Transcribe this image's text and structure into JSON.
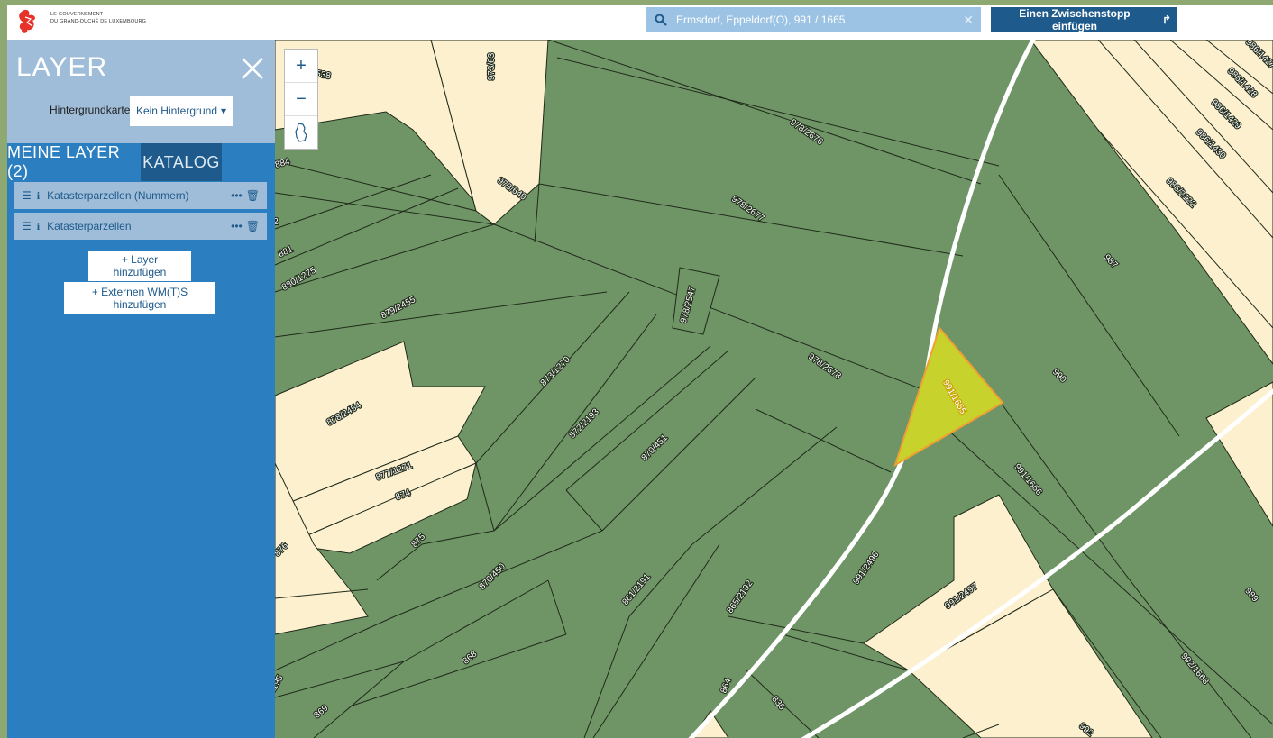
{
  "header": {
    "gov_line1": "LE GOUVERNEMENT",
    "gov_line2": "DU GRAND-DUCHÉ DE LUXEMBOURG",
    "search_value": "Ermsdorf, Eppeldorf(O), 991 / 1665",
    "stop_button_label": "Einen Zwischenstopp einfügen"
  },
  "sidebar": {
    "title": "LAYER",
    "background_label": "Hintergrundkarte:",
    "background_value": "Kein Hintergrund",
    "tabs": [
      {
        "label": "MEINE LAYER (2)"
      },
      {
        "label": "KATALOG"
      }
    ],
    "layers": [
      {
        "label": "Katasterparzellen (Nummern)"
      },
      {
        "label": "Katasterparzellen"
      }
    ],
    "add_layer_label": "+ Layer hinzufügen",
    "add_external_label": "+ Externen WM(T)S hinzufügen"
  },
  "map": {
    "zoom_in": "+",
    "zoom_out": "−",
    "selected_parcel": "991/1665",
    "parcels": [
      {
        "label": "978/2676"
      },
      {
        "label": "978/2677"
      },
      {
        "label": "978/2678"
      },
      {
        "label": "978/2547"
      },
      {
        "label": "973/640"
      },
      {
        "label": "973/63"
      },
      {
        "label": "986/1427"
      },
      {
        "label": "986/1428"
      },
      {
        "label": "986/1429"
      },
      {
        "label": "986/1430"
      },
      {
        "label": "986/2122"
      },
      {
        "label": "987"
      },
      {
        "label": "990"
      },
      {
        "label": "991/1666"
      },
      {
        "label": "991/2496"
      },
      {
        "label": "991/2497"
      },
      {
        "label": "989"
      },
      {
        "label": "992/1668"
      },
      {
        "label": "992"
      },
      {
        "label": "879/2455"
      },
      {
        "label": "880/1275"
      },
      {
        "label": "881"
      },
      {
        "label": "884"
      },
      {
        "label": "878/2454"
      },
      {
        "label": "877/1271"
      },
      {
        "label": "874"
      },
      {
        "label": "873/1270"
      },
      {
        "label": "872/2193"
      },
      {
        "label": "870/451"
      },
      {
        "label": "870/450"
      },
      {
        "label": "875"
      },
      {
        "label": "876"
      },
      {
        "label": "861/2191"
      },
      {
        "label": "865/2192"
      },
      {
        "label": "868"
      },
      {
        "label": "869"
      },
      {
        "label": "864"
      },
      {
        "label": "836"
      },
      {
        "label": "538"
      },
      {
        "label": "/1195"
      },
      {
        "label": "2"
      }
    ]
  },
  "colors": {
    "forest": "#6f9566",
    "field": "#fdf0cf",
    "selected": "#c8d22c",
    "selected_border": "#f0a030",
    "sidebar": "#2b7fc0",
    "sidebar_light": "#9fbdd9",
    "dark_blue": "#1e5a8b"
  }
}
